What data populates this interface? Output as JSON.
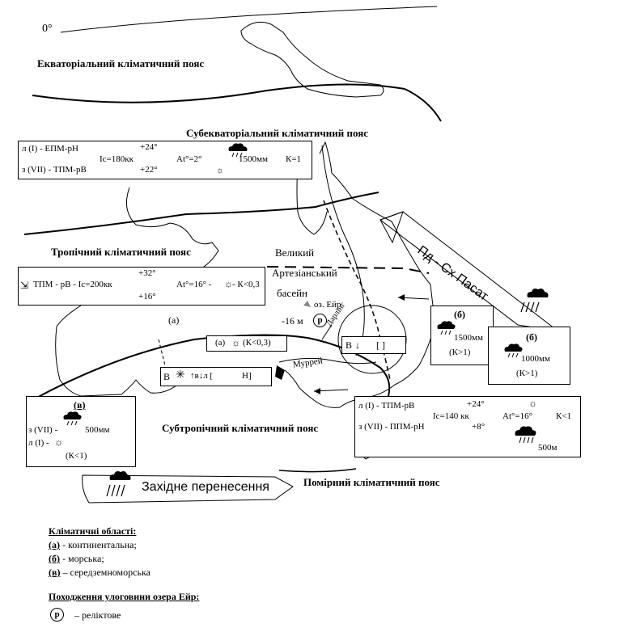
{
  "belts": {
    "equatorial": "Екваторіальний кліматичний пояс",
    "subequatorial": "Субекваторіальний кліматичний пояс",
    "tropical": "Тропічний кліматичний пояс",
    "subtropical": "Субтропічний кліматичний пояс",
    "temperate": "Помірний кліматичний пояс"
  },
  "equator_label": "0°",
  "places": {
    "basin_1": "Великий",
    "basin_2": "Артезіанський",
    "basin_3": "басейн",
    "lake": "оз. Ейр",
    "lake_depth": "-16 м",
    "darling": "Дарлінг",
    "murray": "Муррей"
  },
  "winds": {
    "trade": "Пд - Сх Пасат",
    "westerlies": "Західне перенесення"
  },
  "box_subeq": {
    "summer": "л (І) - ЕПМ-рН",
    "winter": "з (VII) - ТПМ-рВ",
    "radiation": "Іс=180кк",
    "t_summer": "+24°",
    "t_winter": "+22°",
    "amplitude": "Аt°=2°",
    "precip": "1500мм",
    "k": "К=1"
  },
  "box_trop": {
    "mass": "ТПМ - рВ - Іс=200кк",
    "t_summer": "+32°",
    "t_winter": "+16°",
    "amplitude": "Аt°=16° -",
    "k": "- К<0,3"
  },
  "label_a_left": "(а)",
  "box_a_center": {
    "label": "(а)",
    "k": "(К<0,3)"
  },
  "box_b_inner": {
    "letter": "В",
    "arrow": "↓",
    "bracket": "[ ]"
  },
  "box_b_south": {
    "letter": "В",
    "mid": "↑в↓л [",
    "end": "Н]"
  },
  "box_marine1": {
    "label": "(б)",
    "precip": "1500мм",
    "k": "(К>1)"
  },
  "box_marine2": {
    "label": "(б)",
    "precip": "1000мм",
    "k": "(К>1)"
  },
  "box_med": {
    "label": "(в)",
    "winter": "з (VII) -",
    "precip": "500мм",
    "summer": "л (І) -",
    "k": "(К<1)"
  },
  "box_subtrop": {
    "summer": "л (І) - ТПМ-рВ",
    "winter": "з (VII) - ППМ-рН",
    "radiation": "Іс=140 кк",
    "t_summer": "+24°",
    "t_winter": "+8°",
    "amplitude": "Аt°=16°",
    "k": "К<1",
    "precip": "500м"
  },
  "legend": {
    "title": "Кліматичні області:",
    "items": [
      {
        "key": "(а)",
        "text": " - континентальна;"
      },
      {
        "key": "(б)",
        "text": " - морська;"
      },
      {
        "key": "(в)",
        "text": " – середземноморська"
      }
    ],
    "origin_title": "Походження улоговини озера Ейр:",
    "origin_symbol": "р",
    "origin_text": "– реліктове"
  }
}
